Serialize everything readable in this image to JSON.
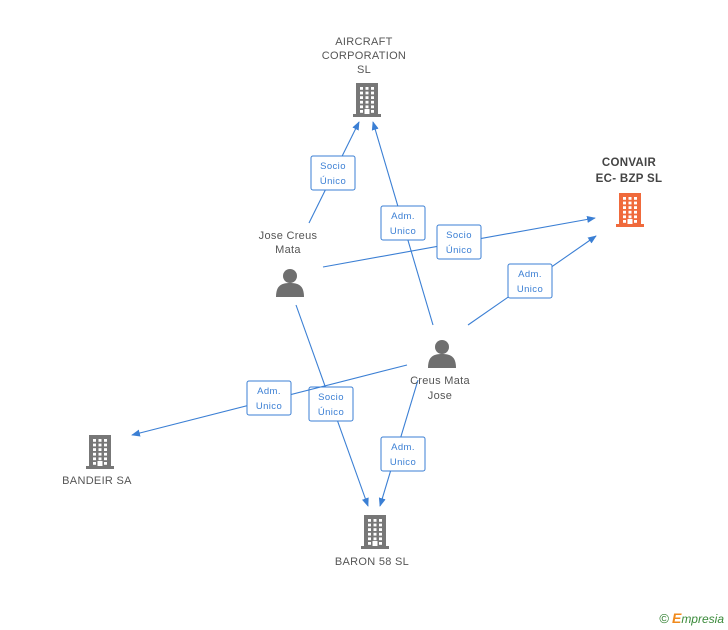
{
  "colors": {
    "edge": "#3b7fd4",
    "company": "#777777",
    "main_company": "#f06a3c",
    "person": "#6f6f6f"
  },
  "nodes": [
    {
      "id": "aircraft",
      "kind": "company",
      "label": [
        "AIRCRAFT",
        "CORPORATION",
        "SL"
      ]
    },
    {
      "id": "convair",
      "kind": "company",
      "main": true,
      "label": [
        "CONVAIR",
        "EC- BZP SL"
      ]
    },
    {
      "id": "jose",
      "kind": "person",
      "label": [
        "Jose Creus",
        "Mata"
      ]
    },
    {
      "id": "creus",
      "kind": "person",
      "label": [
        "Creus Mata",
        "Jose"
      ]
    },
    {
      "id": "bandeir",
      "kind": "company",
      "label": [
        "BANDEIR SA"
      ]
    },
    {
      "id": "baron",
      "kind": "company",
      "label": [
        "BARON 58  SL"
      ]
    }
  ],
  "edges": [
    {
      "from": "jose",
      "to": "aircraft",
      "label": [
        "Socio",
        "Único"
      ]
    },
    {
      "from": "jose",
      "to": "convair",
      "label": [
        "Socio",
        "Único"
      ]
    },
    {
      "from": "jose",
      "to": "baron",
      "label": [
        "Socio",
        "Único"
      ]
    },
    {
      "from": "creus",
      "to": "aircraft",
      "label": [
        "Adm.",
        "Unico"
      ]
    },
    {
      "from": "creus",
      "to": "convair",
      "label": [
        "Adm.",
        "Unico"
      ]
    },
    {
      "from": "creus",
      "to": "bandeir",
      "label": [
        "Adm.",
        "Unico"
      ]
    },
    {
      "from": "creus",
      "to": "baron",
      "label": [
        "Adm.",
        "Unico"
      ]
    }
  ],
  "footer": {
    "copyright": "©",
    "brand_initial": "E",
    "brand_rest": "mpresia"
  }
}
